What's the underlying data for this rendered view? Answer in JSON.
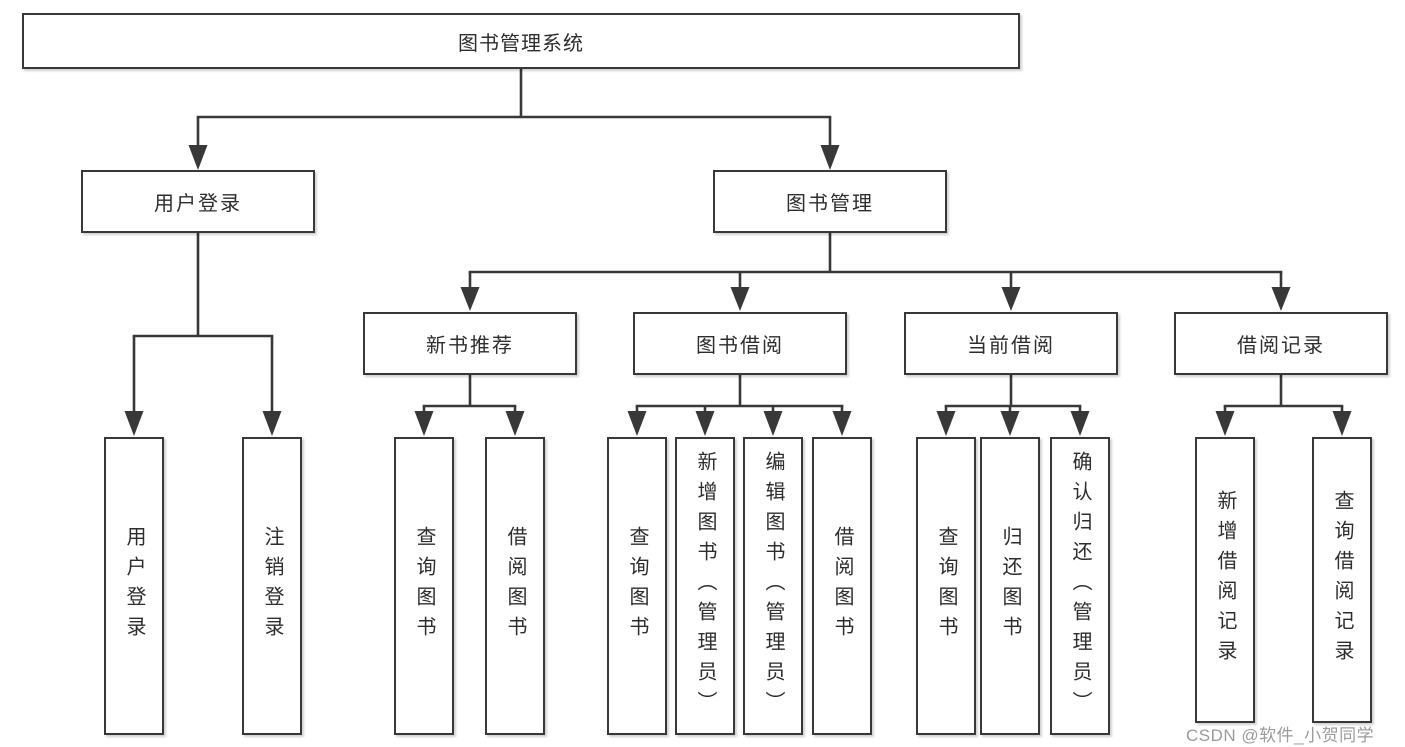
{
  "colors": {
    "background": "#ffffff",
    "line": "#383838",
    "box_border": "#383838",
    "text": "#2d2d2d",
    "watermark": "#9b9b9b"
  },
  "watermark": {
    "text": "CSDN @软件_小贺同学"
  },
  "nodes": {
    "root": {
      "label": "图书管理系统"
    },
    "user_login": {
      "label": "用户登录"
    },
    "book_mgmt": {
      "label": "图书管理"
    },
    "new_book_rec": {
      "label": "新书推荐"
    },
    "book_borrow": {
      "label": "图书借阅"
    },
    "current_borrow": {
      "label": "当前借阅"
    },
    "borrow_record": {
      "label": "借阅记录"
    },
    "leaf_user_login": {
      "label": "用户登录"
    },
    "leaf_logout": {
      "label": "注销登录"
    },
    "leaf_query_book_a": {
      "label": "查询图书"
    },
    "leaf_borrow_book_a": {
      "label": "借阅图书"
    },
    "leaf_query_book_b": {
      "label": "查询图书"
    },
    "leaf_add_book": {
      "label": "新增图书（管理员）"
    },
    "leaf_edit_book": {
      "label": "编辑图书（管理员）"
    },
    "leaf_borrow_book_b": {
      "label": "借阅图书"
    },
    "leaf_query_book_c": {
      "label": "查询图书"
    },
    "leaf_return_book": {
      "label": "归还图书"
    },
    "leaf_confirm_return": {
      "label": "确认归还（管理员）"
    },
    "leaf_add_record": {
      "label": "新增借阅记录"
    },
    "leaf_query_record": {
      "label": "查询借阅记录"
    }
  },
  "structure": {
    "id": "root",
    "children": [
      {
        "id": "user_login",
        "children": [
          {
            "id": "leaf_user_login"
          },
          {
            "id": "leaf_logout"
          }
        ]
      },
      {
        "id": "book_mgmt",
        "children": [
          {
            "id": "new_book_rec",
            "children": [
              {
                "id": "leaf_query_book_a"
              },
              {
                "id": "leaf_borrow_book_a"
              }
            ]
          },
          {
            "id": "book_borrow",
            "children": [
              {
                "id": "leaf_query_book_b"
              },
              {
                "id": "leaf_add_book"
              },
              {
                "id": "leaf_edit_book"
              },
              {
                "id": "leaf_borrow_book_b"
              }
            ]
          },
          {
            "id": "current_borrow",
            "children": [
              {
                "id": "leaf_query_book_c"
              },
              {
                "id": "leaf_return_book"
              },
              {
                "id": "leaf_confirm_return"
              }
            ]
          },
          {
            "id": "borrow_record",
            "children": [
              {
                "id": "leaf_add_record"
              },
              {
                "id": "leaf_query_record"
              }
            ]
          }
        ]
      }
    ]
  }
}
